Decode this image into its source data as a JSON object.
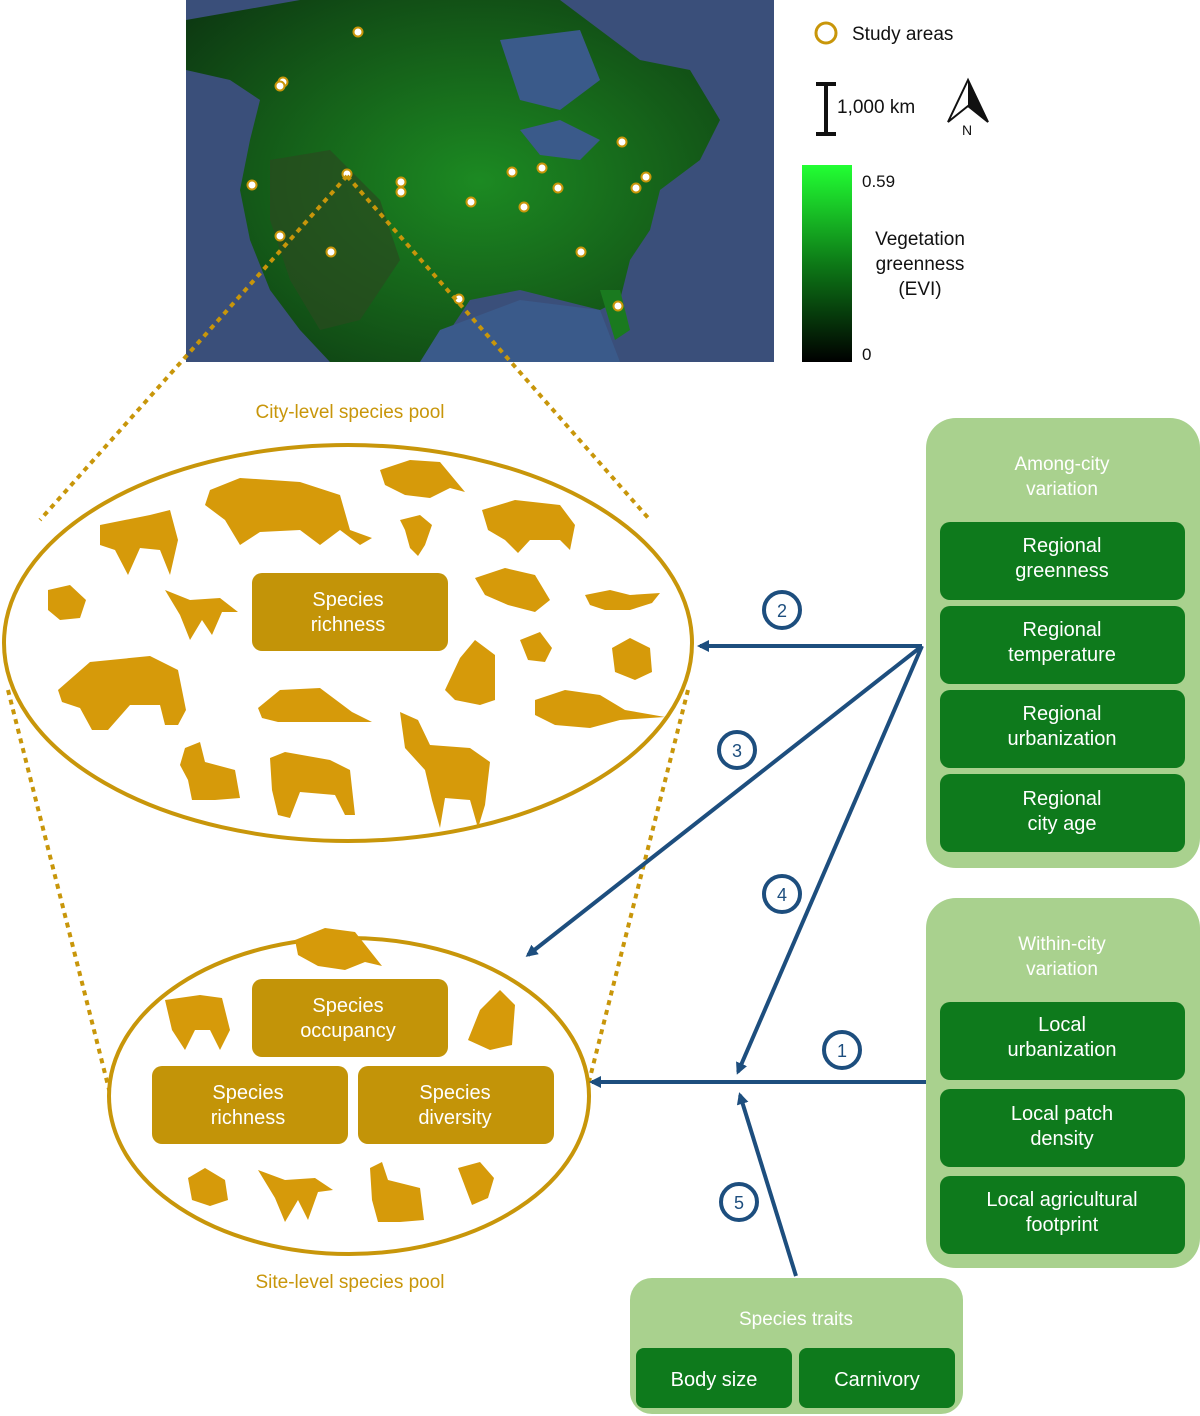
{
  "map_legend": {
    "study_areas": "Study areas",
    "scale": "1,000 km",
    "north": "N",
    "colorbar_max": "0.59",
    "colorbar_min": "0",
    "colorbar_title": [
      "Vegetation",
      "greenness",
      "(EVI)"
    ],
    "colors": {
      "low": "#000000",
      "high": "#22ff33",
      "marker": "#c8960a"
    }
  },
  "city_pool": {
    "title": "City-level species pool",
    "box": [
      "Species",
      "richness"
    ]
  },
  "site_pool": {
    "title": "Site-level species pool",
    "occupancy": [
      "Species",
      "occupancy"
    ],
    "richness": [
      "Species",
      "richness"
    ],
    "diversity": [
      "Species",
      "diversity"
    ]
  },
  "among_city": {
    "header": [
      "Among-city",
      "variation"
    ],
    "items": [
      [
        "Regional",
        "greenness"
      ],
      [
        "Regional",
        "temperature"
      ],
      [
        "Regional",
        "urbanization"
      ],
      [
        "Regional",
        "city age"
      ]
    ]
  },
  "within_city": {
    "header": [
      "Within-city",
      "variation"
    ],
    "items": [
      [
        "Local",
        "urbanization"
      ],
      [
        "Local patch",
        "density"
      ],
      [
        "Local agricultural",
        "footprint"
      ]
    ]
  },
  "traits": {
    "header": "Species traits",
    "items": [
      "Body size",
      "Carnivory"
    ]
  },
  "paths": [
    "1",
    "2",
    "3",
    "4",
    "5"
  ],
  "palette": {
    "gold": "#c8960a",
    "gold_box": "#c39408",
    "panel_green": "#a9d18e",
    "box_green": "#0e7a1c",
    "arrow_blue": "#1d4e7e"
  }
}
